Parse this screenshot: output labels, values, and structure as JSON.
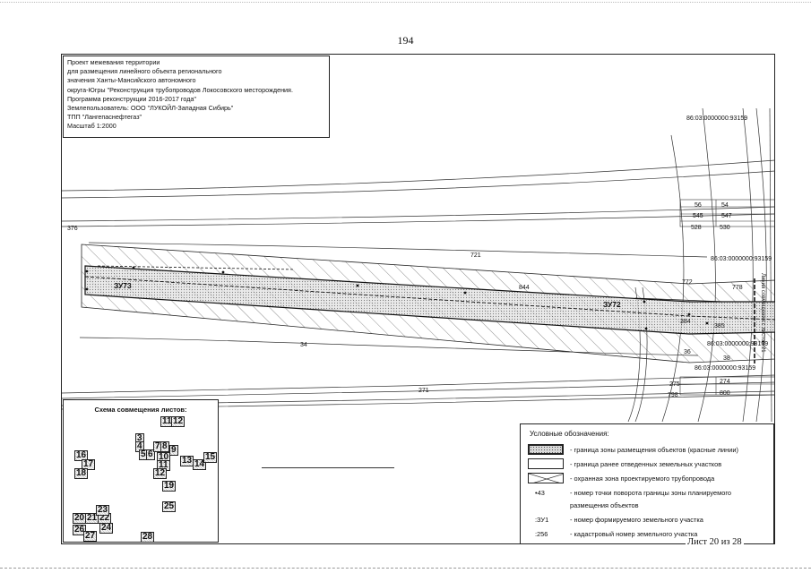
{
  "page_number": "194",
  "title_block": {
    "lines": [
      "Проект межевания территории",
      "для размещения линейного объекта регионального",
      "значения Ханты-Мансийского автономного",
      "округа-Югры \"Реконструкция трубопроводов Локосовского месторождения.",
      "Программа реконструкции 2016-2017 года\"",
      "Землепользователь: ООО \"ЛУКОЙЛ-Западная Сибирь\"",
      "ТПП \"Лангепаснефтегаз\"",
      "Масштаб 1:2000"
    ]
  },
  "map_labels": {
    "zu73": "ЗУ73",
    "zu72": "ЗУ72",
    "cad_top": "86:03:0000000:93159",
    "cad_mid": "86:03:0000000:93159",
    "cad_right1": "86:03:0000000:93159",
    "cad_right2": "86:03:0000000:93159",
    "side_text": "Линия совмещения с листом 21",
    "n376": "376",
    "n721": "721",
    "n844": "844",
    "n772": "772",
    "n778": "778",
    "n34": "34",
    "n271": "271",
    "n56": "56",
    "n54": "54",
    "n545": "545",
    "n547": "547",
    "n528": "528",
    "n530": "530",
    "n384": "384",
    "n385": "385",
    "n36": "36",
    "n38": "38",
    "n275": "275",
    "n274": "274",
    "n798": "798",
    "n800": "800"
  },
  "schema": {
    "title": "Схема совмещения листов:",
    "sheets": [
      "11",
      "12",
      "3",
      "4",
      "5",
      "6",
      "7",
      "8",
      "9",
      "10",
      "11",
      "12",
      "13",
      "14",
      "15",
      "16",
      "17",
      "18",
      "19",
      "20",
      "21",
      "22",
      "23",
      "24",
      "25",
      "26",
      "27",
      "28"
    ]
  },
  "legend": {
    "title": "Условные обозначения:",
    "items": [
      {
        "symbol": "",
        "text": "- граница зоны размещения объектов (красные линии)"
      },
      {
        "symbol": "",
        "text": "- граница ранее отведенных земельных участков"
      },
      {
        "symbol": "",
        "text": "- охранная зона проектируемого трубопровода"
      },
      {
        "symbol": "•43",
        "text": "- номер точки поворота границы зоны планируемого"
      },
      {
        "symbol": "",
        "text": "размещения объектов"
      },
      {
        "symbol": ":ЗУ1",
        "text": "- номер формируемого земельного участка"
      },
      {
        "symbol": ":256",
        "text": "- кадастровый номер земельного участка"
      }
    ]
  },
  "sheet_counter": "Лист 20 из 28"
}
